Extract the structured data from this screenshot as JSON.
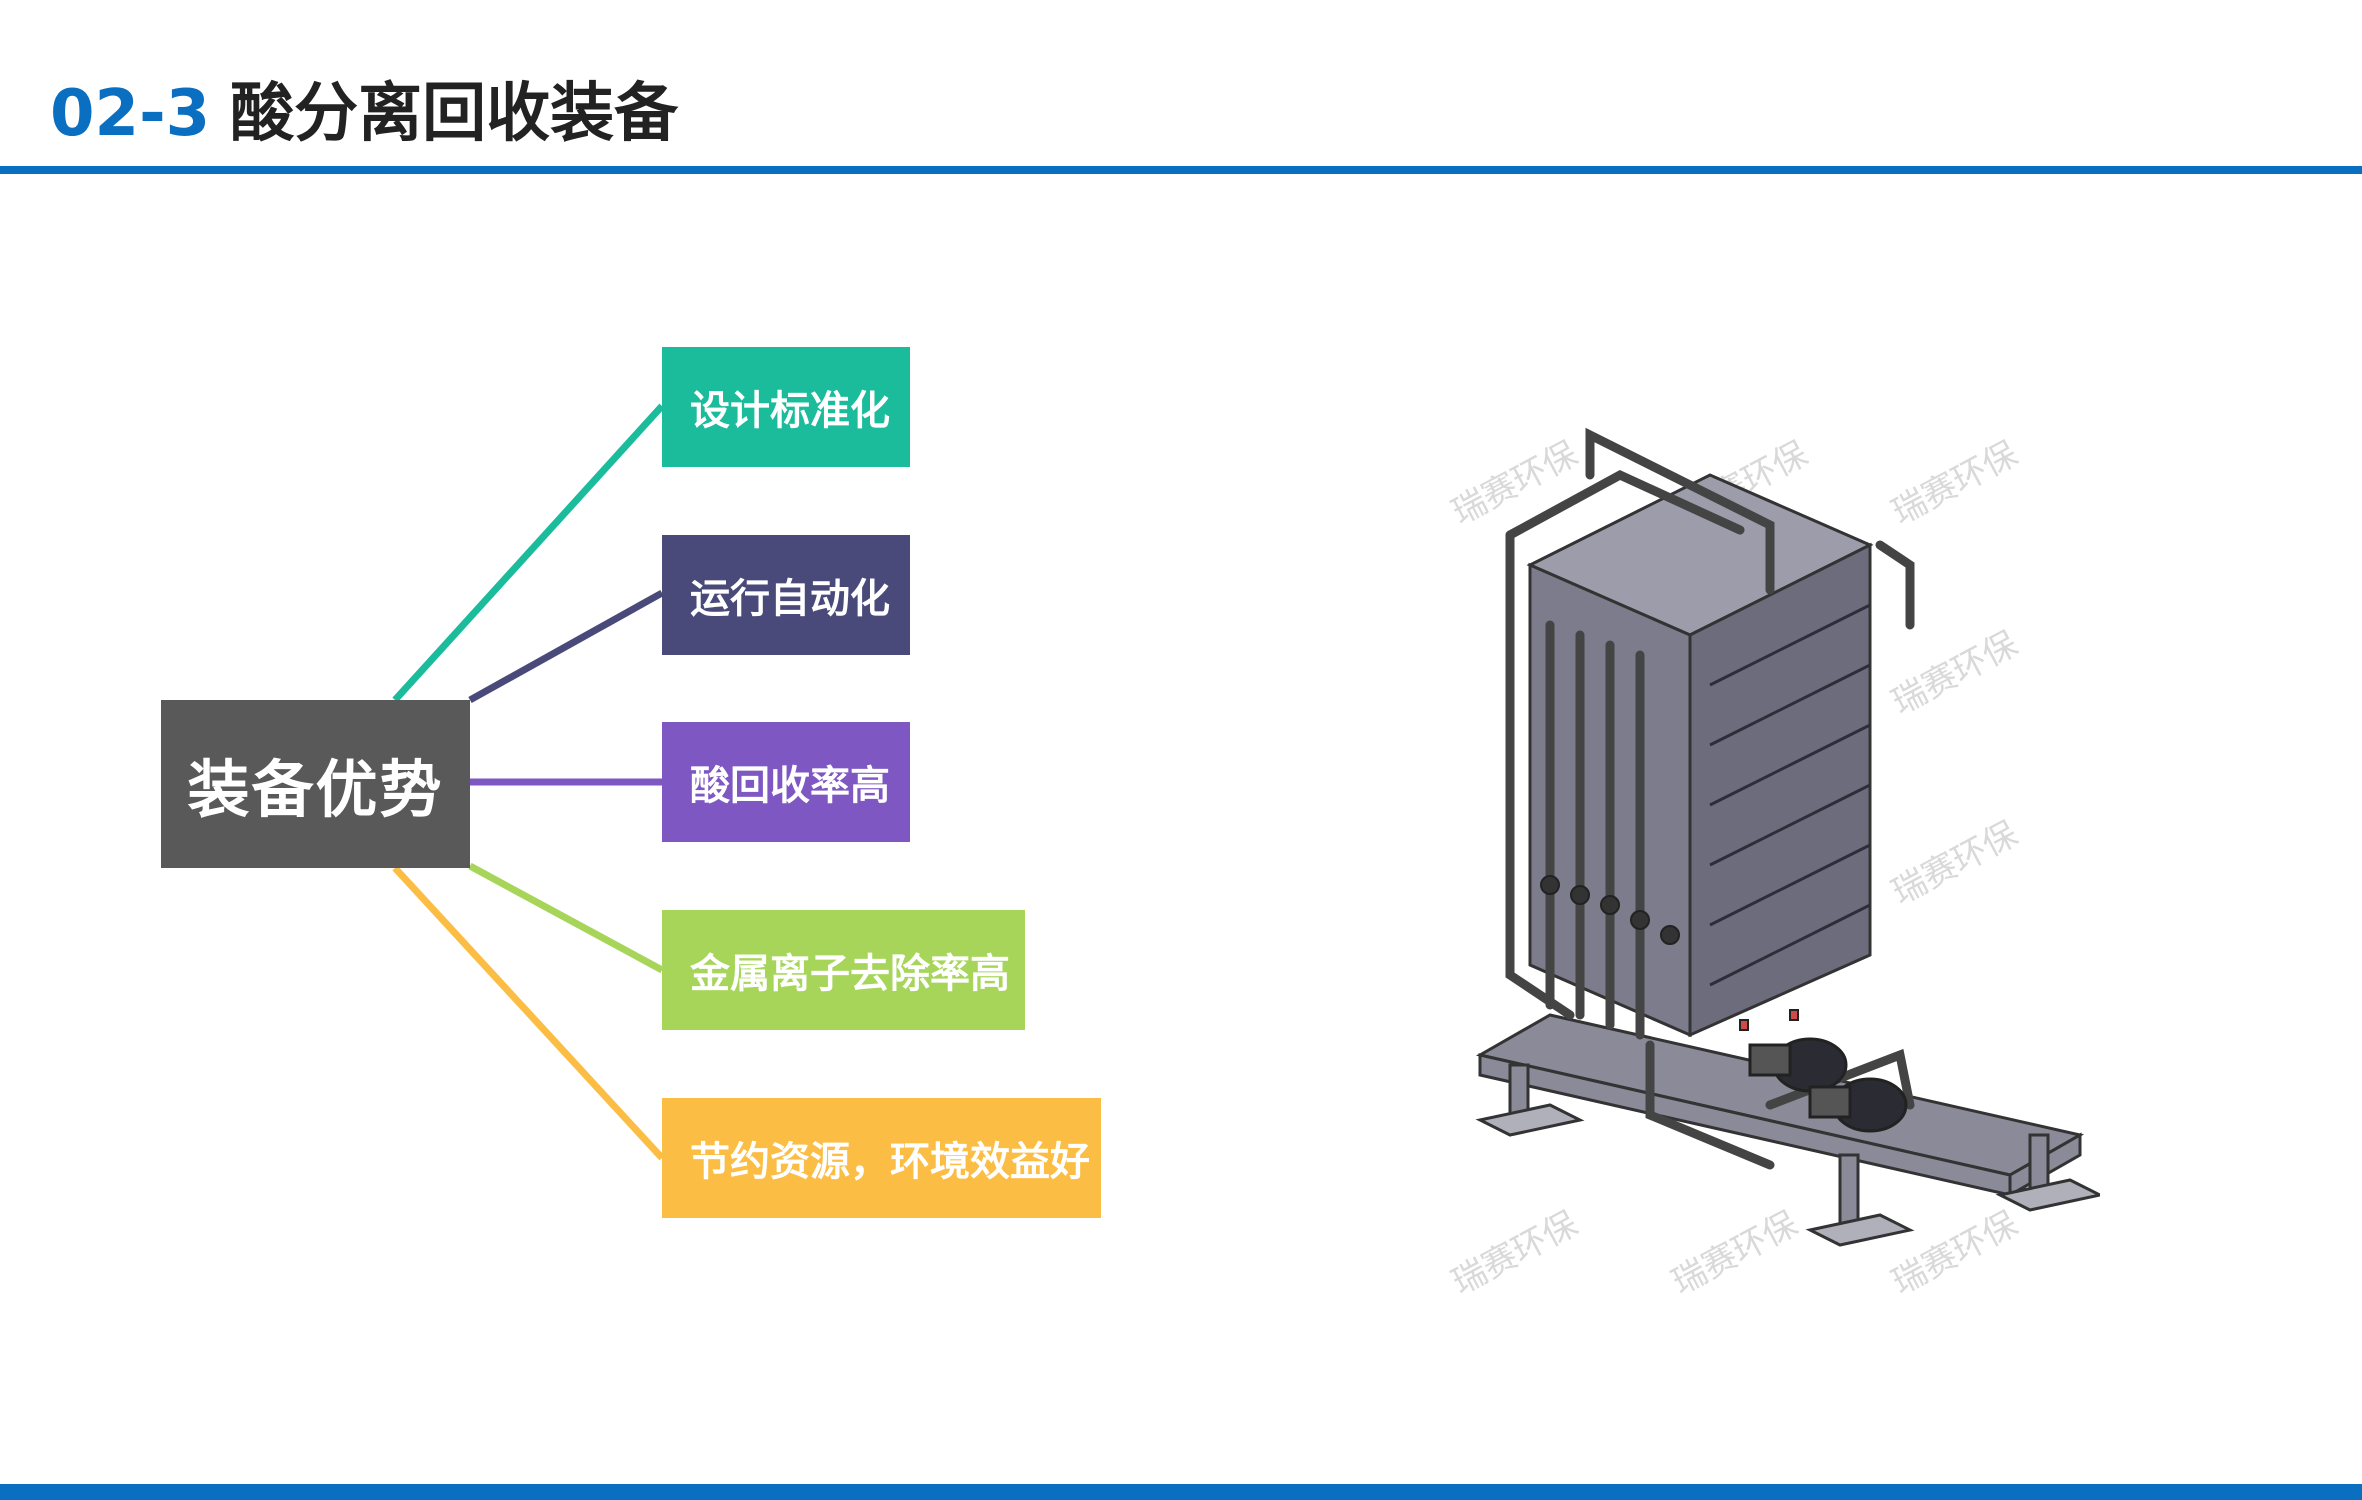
{
  "header": {
    "number": "02-3",
    "title": "酸分离回收装备"
  },
  "center": {
    "label": "装备优势"
  },
  "advantages": [
    {
      "label": "设计标准化",
      "color": "#1abc9c"
    },
    {
      "label": "运行自动化",
      "color": "#4a4a7a"
    },
    {
      "label": "酸回收率高",
      "color": "#7e57c2"
    },
    {
      "label": "金属离子去除率高",
      "color": "#a6d55a"
    },
    {
      "label": "节约资源，环境效益好",
      "color": "#fbbd44"
    }
  ],
  "watermark": "瑞赛环保",
  "colors": {
    "accent": "#0a6fc0",
    "center_box": "#595959"
  }
}
